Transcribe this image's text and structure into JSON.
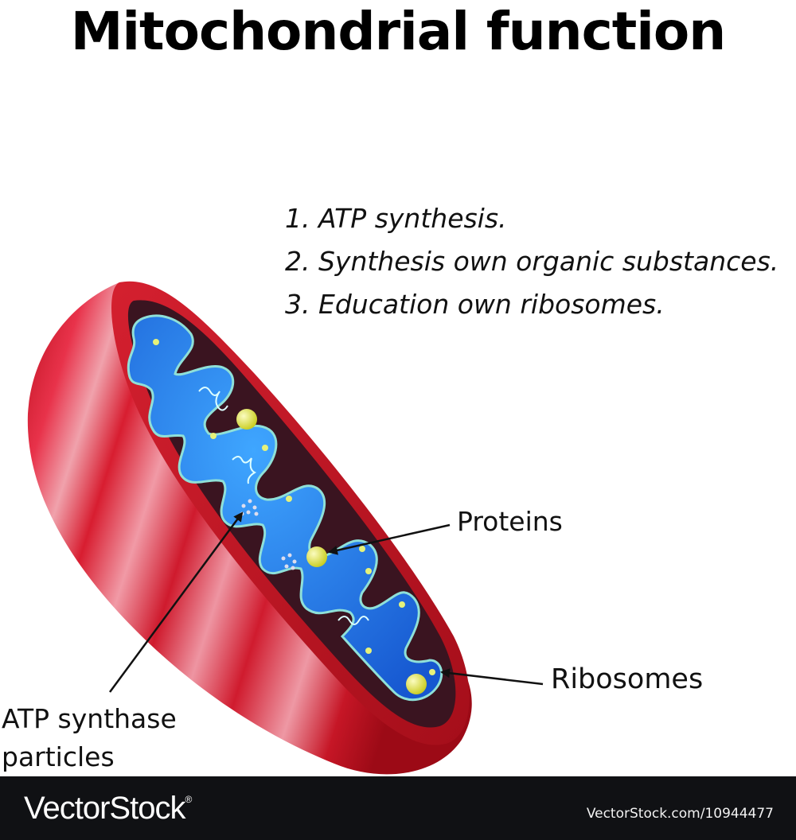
{
  "title": "Mitochondrial function",
  "functions": [
    "1. ATP synthesis.",
    "2. Synthesis own organic substances.",
    "3. Education own ribosomes."
  ],
  "labels": {
    "proteins": "Proteins",
    "ribosomes": "Ribosomes",
    "atp_line1": "ATP synthase",
    "atp_line2": "particles"
  },
  "footer": {
    "logo": "VectorStock",
    "logo_mark": "®",
    "image_id": "VectorStock.com/10944477"
  },
  "colors": {
    "outer_membrane": "#c8101e",
    "matrix": "#1e6fe0",
    "intermembrane": "#3a1420",
    "crista_outline": "#8fe0d8",
    "protein": "#dfe23a",
    "footer_bg": "#101114"
  }
}
